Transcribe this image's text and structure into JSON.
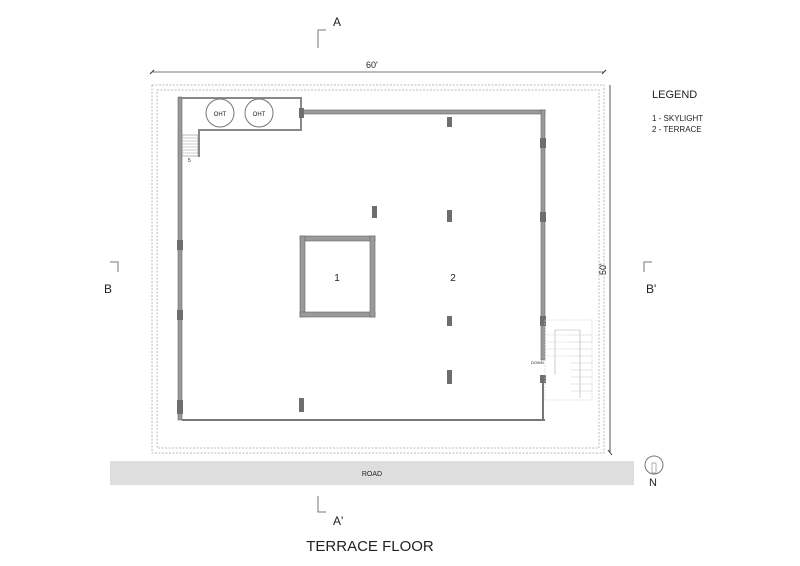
{
  "title": "TERRACE FLOOR",
  "dimensions": {
    "width": "60'",
    "depth": "50'"
  },
  "legend": {
    "heading": "LEGEND",
    "items": [
      "1 - SKYLIGHT",
      "2 - TERRACE"
    ]
  },
  "sections": {
    "a": "A",
    "a_prime": "A'",
    "b": "B",
    "b_prime": "B'"
  },
  "labels": {
    "oht1": "OHT",
    "oht2": "OHT",
    "stair_small": "5",
    "skylight": "1",
    "terrace": "2",
    "stair_down": "DOWN",
    "road": "ROAD",
    "north": "N"
  }
}
